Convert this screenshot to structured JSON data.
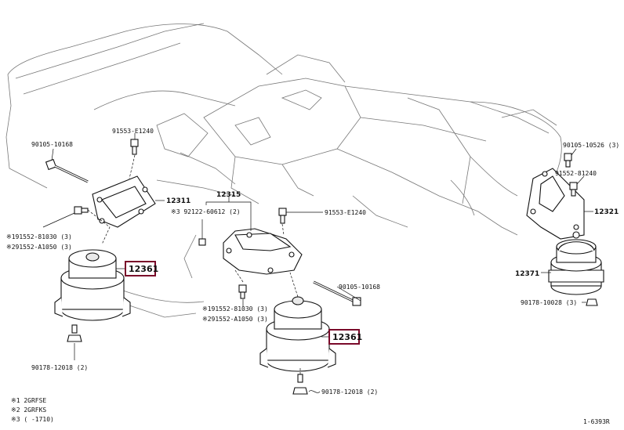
{
  "labels": {
    "bolt_90105_10168_left": "90105-10168",
    "bolt_91553_e1240_top": "91553-E1240",
    "bracket_12311": "12311",
    "bolt_191552_left": "※191552-81030 (3)",
    "bolt_291552_left": "※291552-A1050 (3)",
    "mount_12361_left": "12361",
    "nut_90178_12018_left": "90178-12018 (2)",
    "bracket_12315": "12315",
    "pin_92122": "※3 92122-60612 (2)",
    "bolt_91553_e1240_mid": "91553-E1240",
    "bolt_90105_10168_mid": "90105-10168",
    "bolt_191552_mid": "※191552-81030 (3)",
    "bolt_291552_mid": "※291552-A1050 (3)",
    "mount_12361_mid": "12361",
    "nut_90178_12018_mid": "90178-12018 (2)",
    "bolt_90105_10526": "90105-10526 (3)",
    "bolt_91552_81240": "91552-81240",
    "bracket_12321": "12321",
    "mount_12371": "12371",
    "nut_90178_10028": "90178-10028 (3)"
  },
  "notes": [
    "※1 2GRFSE",
    "※2 2GRFKS",
    "※3 (      -1710)"
  ],
  "figure_id": "1-6393R",
  "colors": {
    "highlight_border": "#7a0a2a",
    "line": "#111111",
    "ghost_outline": "#777777"
  }
}
